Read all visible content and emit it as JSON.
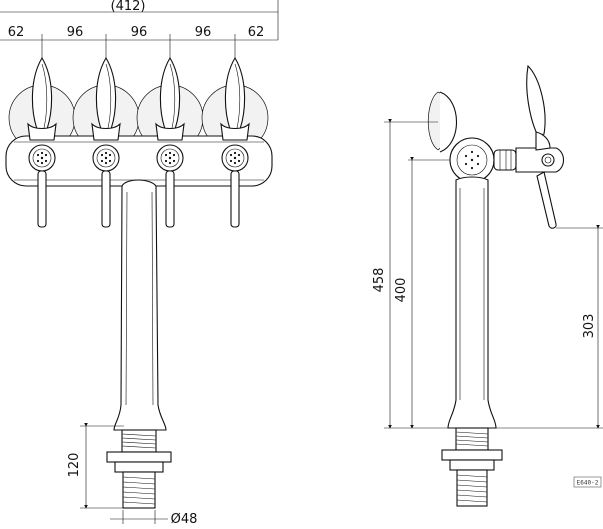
{
  "front_view": {
    "overall_width": "(412)",
    "spacing": [
      "62",
      "96",
      "96",
      "96",
      "62"
    ],
    "base_height": "120",
    "diameter": "Ø48"
  },
  "side_view": {
    "total_height": "458",
    "column_height": "400",
    "tap_height": "303"
  },
  "drawing_code": "E640-2"
}
